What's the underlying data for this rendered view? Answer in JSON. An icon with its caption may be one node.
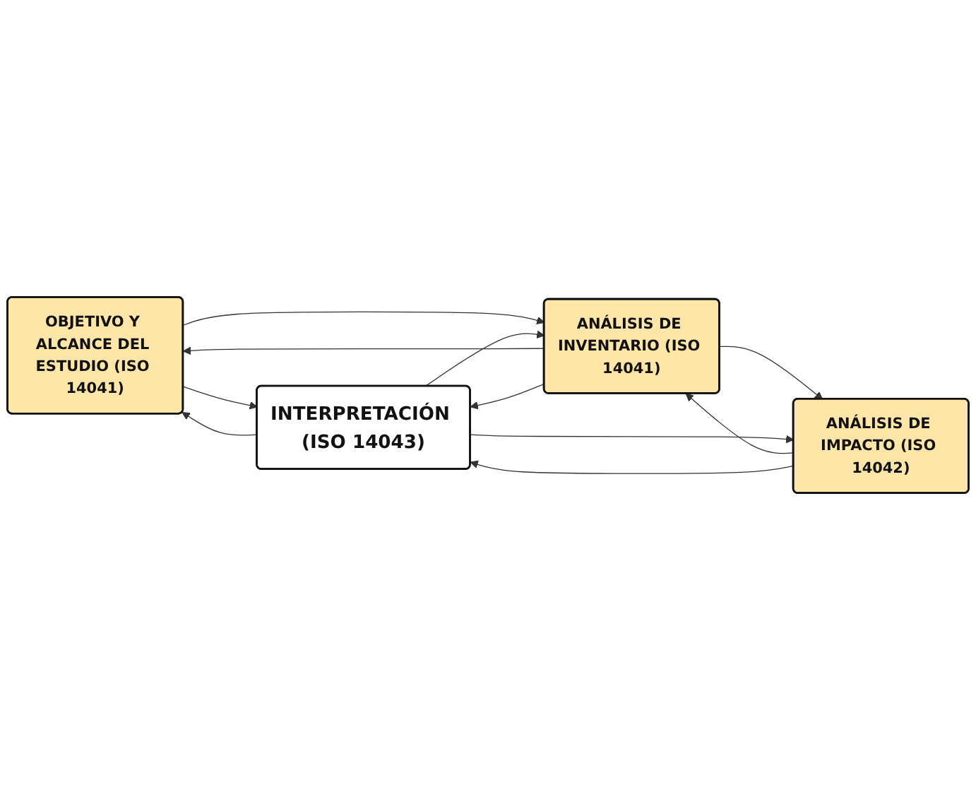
{
  "diagram": {
    "nodes": [
      {
        "text": [
          "OBJETIVO Y ALCANCE DEL ESTUDIO (ISO 14041)"
        ]
      },
      {
        "text": [
          "ANÁLISIS DE INVENTARIO (ISO 14041)"
        ]
      },
      {
        "text": [
          "ANÁLISIS DE IMPACTO (ISO 14042)"
        ]
      },
      {
        "text": [
          "INTERPRETACIÓN (ISO 14043)"
        ]
      }
    ],
    "edges": [
      {
        "from": 0,
        "to": 3,
        "arrow": "to"
      },
      {
        "from": 3,
        "to": 0,
        "arrow": "to"
      },
      {
        "from": 0,
        "to": 1,
        "arrow": "to"
      },
      {
        "from": 1,
        "to": 0,
        "arrow": "to"
      },
      {
        "from": 1,
        "to": 3,
        "arrow": "to"
      },
      {
        "from": 3,
        "to": 1,
        "arrow": "to"
      },
      {
        "from": 1,
        "to": 2,
        "arrow": "to"
      },
      {
        "from": 2,
        "to": 1,
        "arrow": "to"
      },
      {
        "from": 2,
        "to": 3,
        "arrow": "to"
      },
      {
        "from": 3,
        "to": 2,
        "arrow": "to"
      }
    ]
  }
}
